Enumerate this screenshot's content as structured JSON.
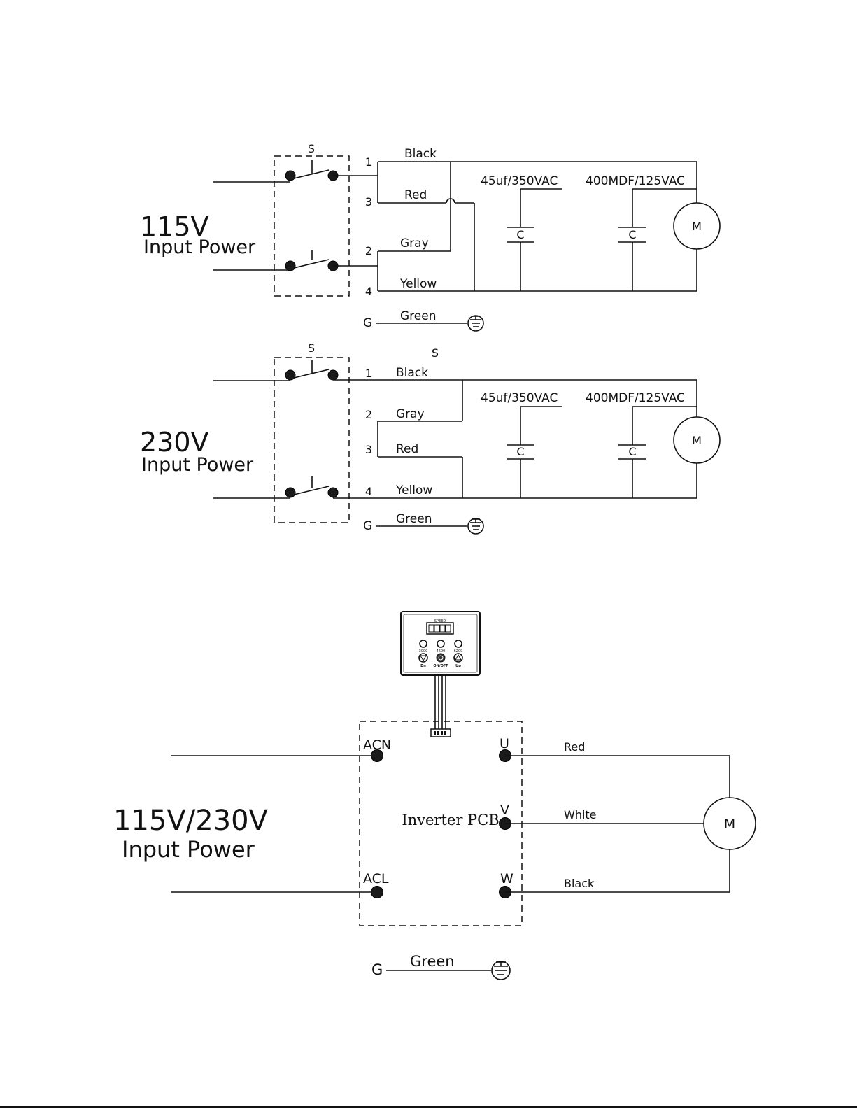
{
  "diagram_115v": {
    "switch_label": "S",
    "power_value": "115V",
    "power_label": "Input Power",
    "terminals": [
      "1",
      "3",
      "2",
      "4"
    ],
    "wires": {
      "black": "Black",
      "red": "Red",
      "gray": "Gray",
      "yellow": "Yellow"
    },
    "capacitor_1": "45uf/350VAC",
    "capacitor_2": "400MDF/125VAC",
    "capacitor_symbol": "C",
    "motor": "M",
    "ground_letter": "G",
    "ground_wire": "Green"
  },
  "diagram_230v": {
    "switch_label": "S",
    "stray_label": "S",
    "power_value": "230V",
    "power_label": "Input Power",
    "terminals": [
      "1",
      "2",
      "3",
      "4"
    ],
    "wires": {
      "black": "Black",
      "gray": "Gray",
      "red": "Red",
      "yellow": "Yellow"
    },
    "capacitor_1": "45uf/350VAC",
    "capacitor_2": "400MDF/125VAC",
    "capacitor_symbol": "C",
    "motor": "M",
    "ground_letter": "G",
    "ground_wire": "Green"
  },
  "diagram_inverter": {
    "power_value": "115V/230V",
    "power_label": "Input Power",
    "pcb_label": "Inverter PCB",
    "input_terminals": {
      "neutral": "ACN",
      "line": "ACL"
    },
    "output_terminals": {
      "u": "U",
      "v": "V",
      "w": "W"
    },
    "output_wires": {
      "u": "Red",
      "v": "White",
      "w": "Black"
    },
    "motor": "M",
    "ground_letter": "G",
    "ground_wire": "Green",
    "control_panel": {
      "title": "SPEED",
      "presets": [
        "3000",
        "4600",
        "6200"
      ],
      "button_labels": [
        "Dn",
        "ON/OFF",
        "Up"
      ]
    }
  }
}
